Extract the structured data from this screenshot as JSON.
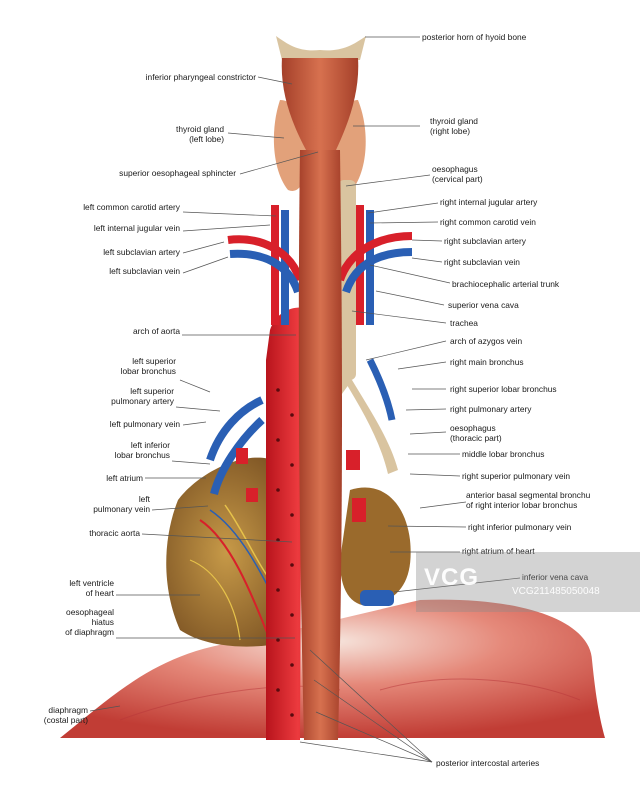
{
  "labels": {
    "posterior_horn_hyoid": "posterior horn of hyoid bone",
    "inferior_pharyngeal_constrictor": "inferior pharyngeal constrictor",
    "thyroid_left": "thyroid gland\n(left lobe)",
    "thyroid_right": "thyroid gland\n(right lobe)",
    "superior_oesophageal_sphincter": "superior oesophageal sphincter",
    "oesophagus_cervical": "oesophagus\n(cervical part)",
    "left_common_carotid_artery": "left common carotid artery",
    "right_internal_jugular_artery": "right internal jugular artery",
    "left_internal_jugular_vein": "left internal jugular vein",
    "right_common_carotid_vein": "right common carotid vein",
    "left_subclavian_artery": "left subclavian artery",
    "right_subclavian_artery": "right subclavian artery",
    "left_subclavian_vein": "left subclavian vein",
    "right_subclavian_vein": "right subclavian vein",
    "brachiocephalic_arterial_trunk": "brachiocephalic arterial trunk",
    "superior_vena_cava": "superior vena cava",
    "trachea": "trachea",
    "arch_of_aorta": "arch of aorta",
    "arch_of_azygos_vein": "arch of azygos vein",
    "left_superior_lobar_bronchus": "left superior\nlobar bronchus",
    "right_main_bronchus": "right main bronchus",
    "left_superior_pulmonary_artery": "left superior\npulmonary artery",
    "right_superior_lobar_bronchus": "right superior lobar bronchus",
    "right_pulmonary_artery": "right pulmonary artery",
    "left_pulmonary_vein": "left pulmonary vein",
    "oesophagus_thoracic": "oesophagus\n(thoracic part)",
    "left_inferior_lobar_bronchus": "left inferior\nlobar bronchus",
    "middle_lobar_bronchus": "middle lobar bronchus",
    "left_atrium": "left atrium",
    "right_superior_pulmonary_vein": "right superior pulmonary vein",
    "left_pulmonary_vein_2": "left\npulmonary vein",
    "anterior_basal_segmental": "anterior basal segmental bronchu\nof right interior lobar bronchus",
    "right_inferior_pulmonary_vein": "right inferior pulmonary vein",
    "thoracic_aorta": "thoracic aorta",
    "right_atrium_of_heart": "right atrium of heart",
    "left_ventricle_of_heart": "left ventricle\nof heart",
    "inferior_vena_cava": "inferior vena cava",
    "oesophageal_hiatus": "oesophageal\nhiatus\nof diaphragm",
    "diaphragm_costal": "diaphragm\n(costal part)",
    "posterior_intercostal_arteries": "posterior intercostal arteries"
  },
  "watermark": {
    "logo": "VCG",
    "id": "VCG211485050048"
  },
  "colors": {
    "artery": "#d8202a",
    "vein": "#2a5fb4",
    "muscle": "#c9543a",
    "cartilage": "#d9c4a0",
    "heart": "#a8762e",
    "diaphragm": "#d6645a"
  }
}
